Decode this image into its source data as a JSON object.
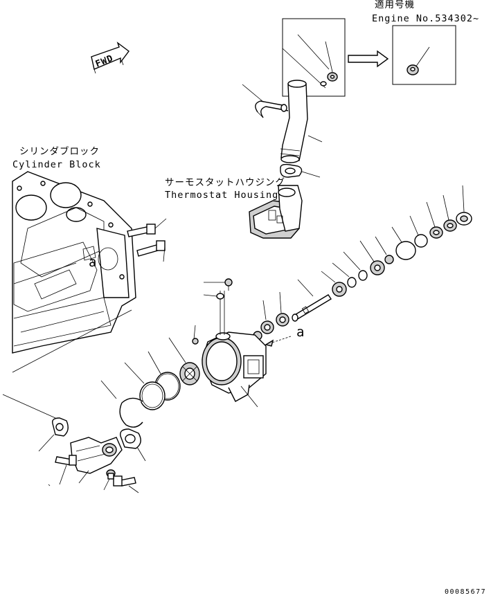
{
  "labels": {
    "applicable_jp": "適用号機",
    "applicable_en": "Engine No.534302~",
    "cylinder_jp": "シリンダブロック",
    "cylinder_en": "Cylinder Block",
    "thermostat_jp": "サーモスタットハウジング",
    "thermostat_en": "Thermostat Housing",
    "fwd": "FWD",
    "ref_a1": "a",
    "ref_a2": "a",
    "drawing_code": "00085677"
  },
  "colors": {
    "line": "#000000",
    "background": "#ffffff",
    "shade": "#cfcfcf"
  }
}
